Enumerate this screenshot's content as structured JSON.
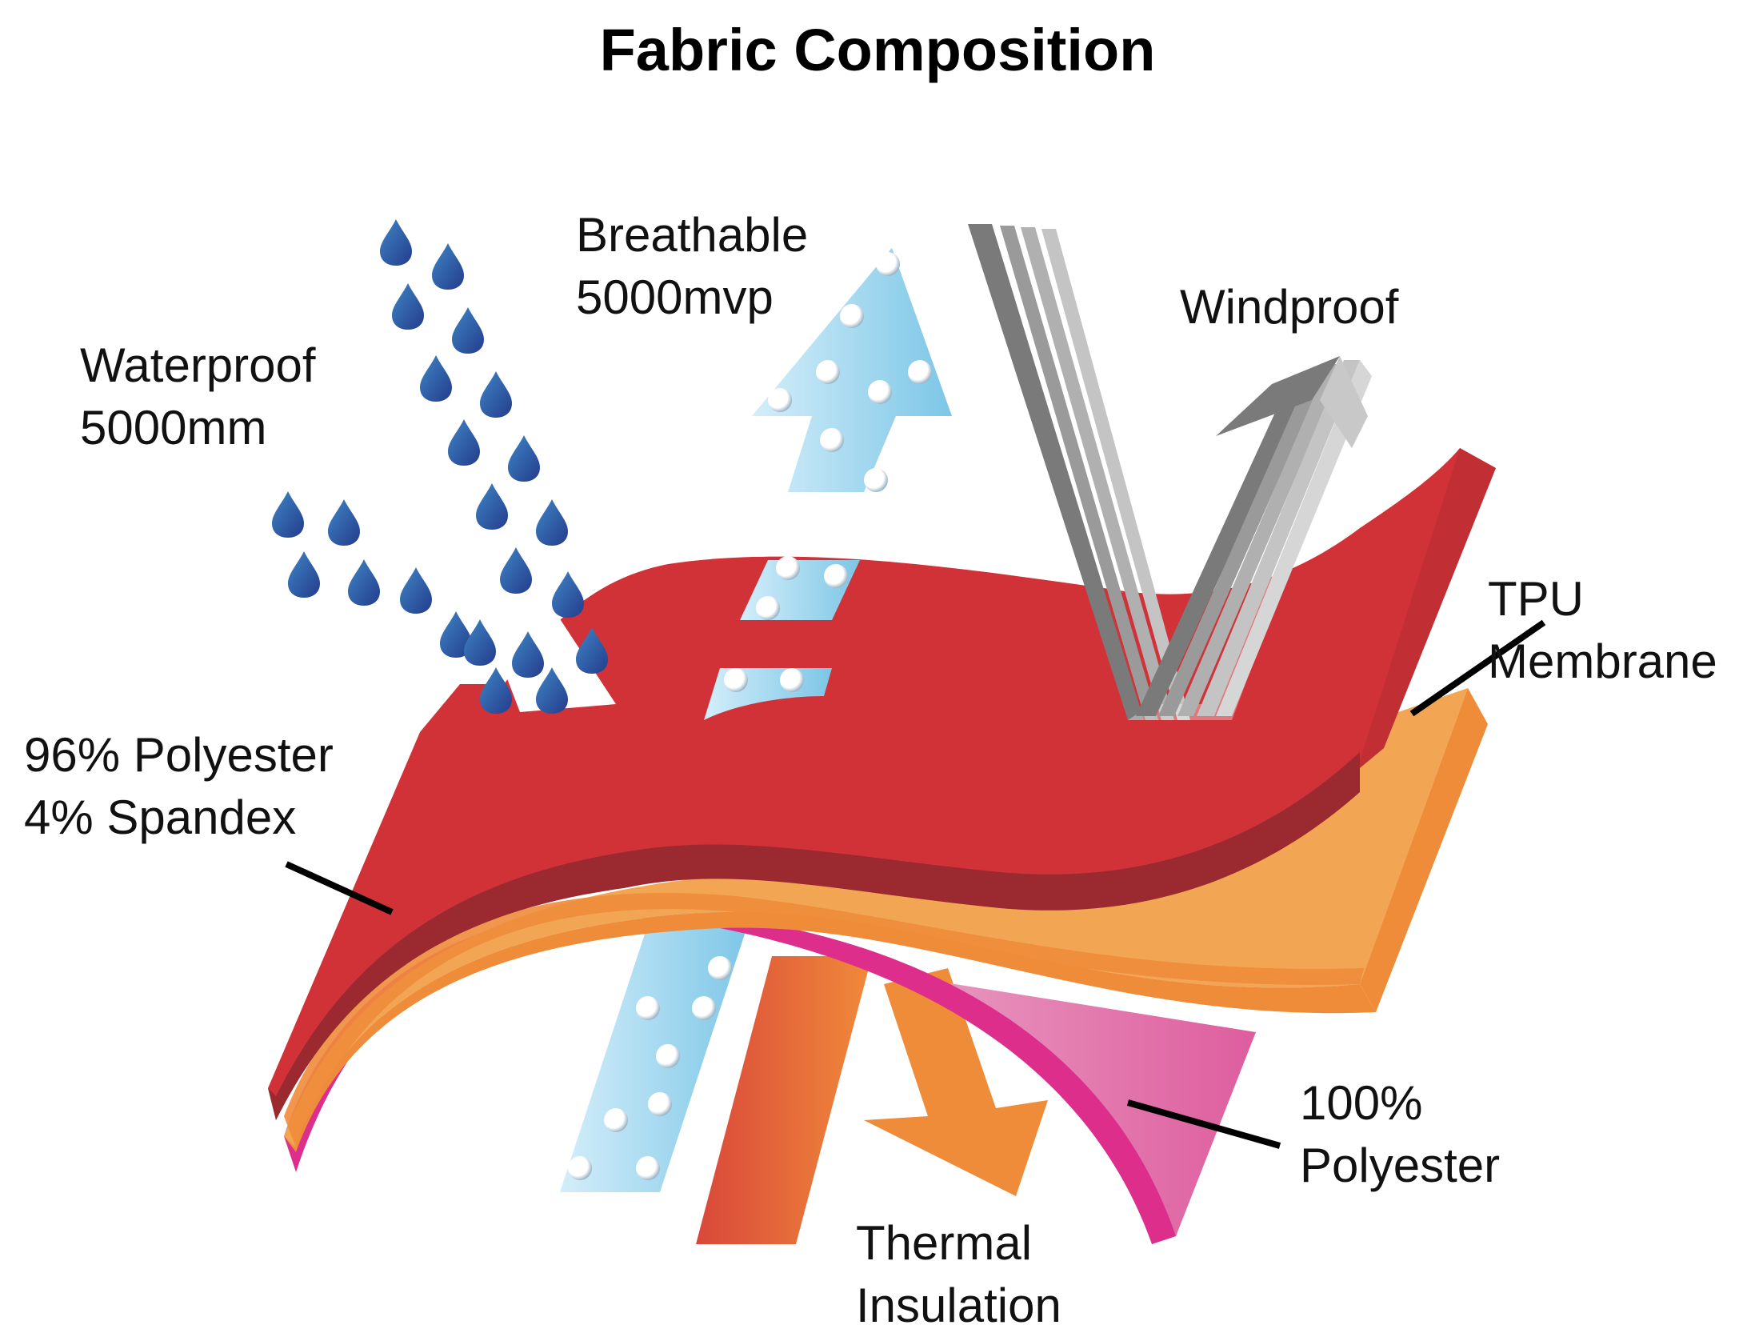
{
  "title": "Fabric Composition",
  "labels": {
    "waterproof": [
      "Waterproof",
      "5000mm"
    ],
    "breathable": [
      "Breathable",
      "5000mvp"
    ],
    "windproof": [
      "Windproof"
    ],
    "tpu": [
      "TPU",
      "Membrane"
    ],
    "outer": [
      "96% Polyester",
      "4% Spandex"
    ],
    "inner": [
      "100%",
      "Polyester"
    ],
    "thermal": [
      "Thermal",
      "Insulation"
    ]
  },
  "icons": [
    "water-drop-icon",
    "air-bubble-icon",
    "wind-stripes-icon",
    "heat-arrow-icon"
  ],
  "colors": {
    "outer_shell": "#d13237",
    "outer_shell_edge": "#9a2a30",
    "tpu_membrane": "#f2a654",
    "tpu_membrane_edge": "#ee8c3a",
    "inner_layer": "#dd2e8c",
    "inner_layer_face": "#e060a0",
    "water": "#2d5aa0",
    "breath": "#a9dcf0",
    "wind": "#8a8a8a",
    "heat": "#e8693a"
  }
}
